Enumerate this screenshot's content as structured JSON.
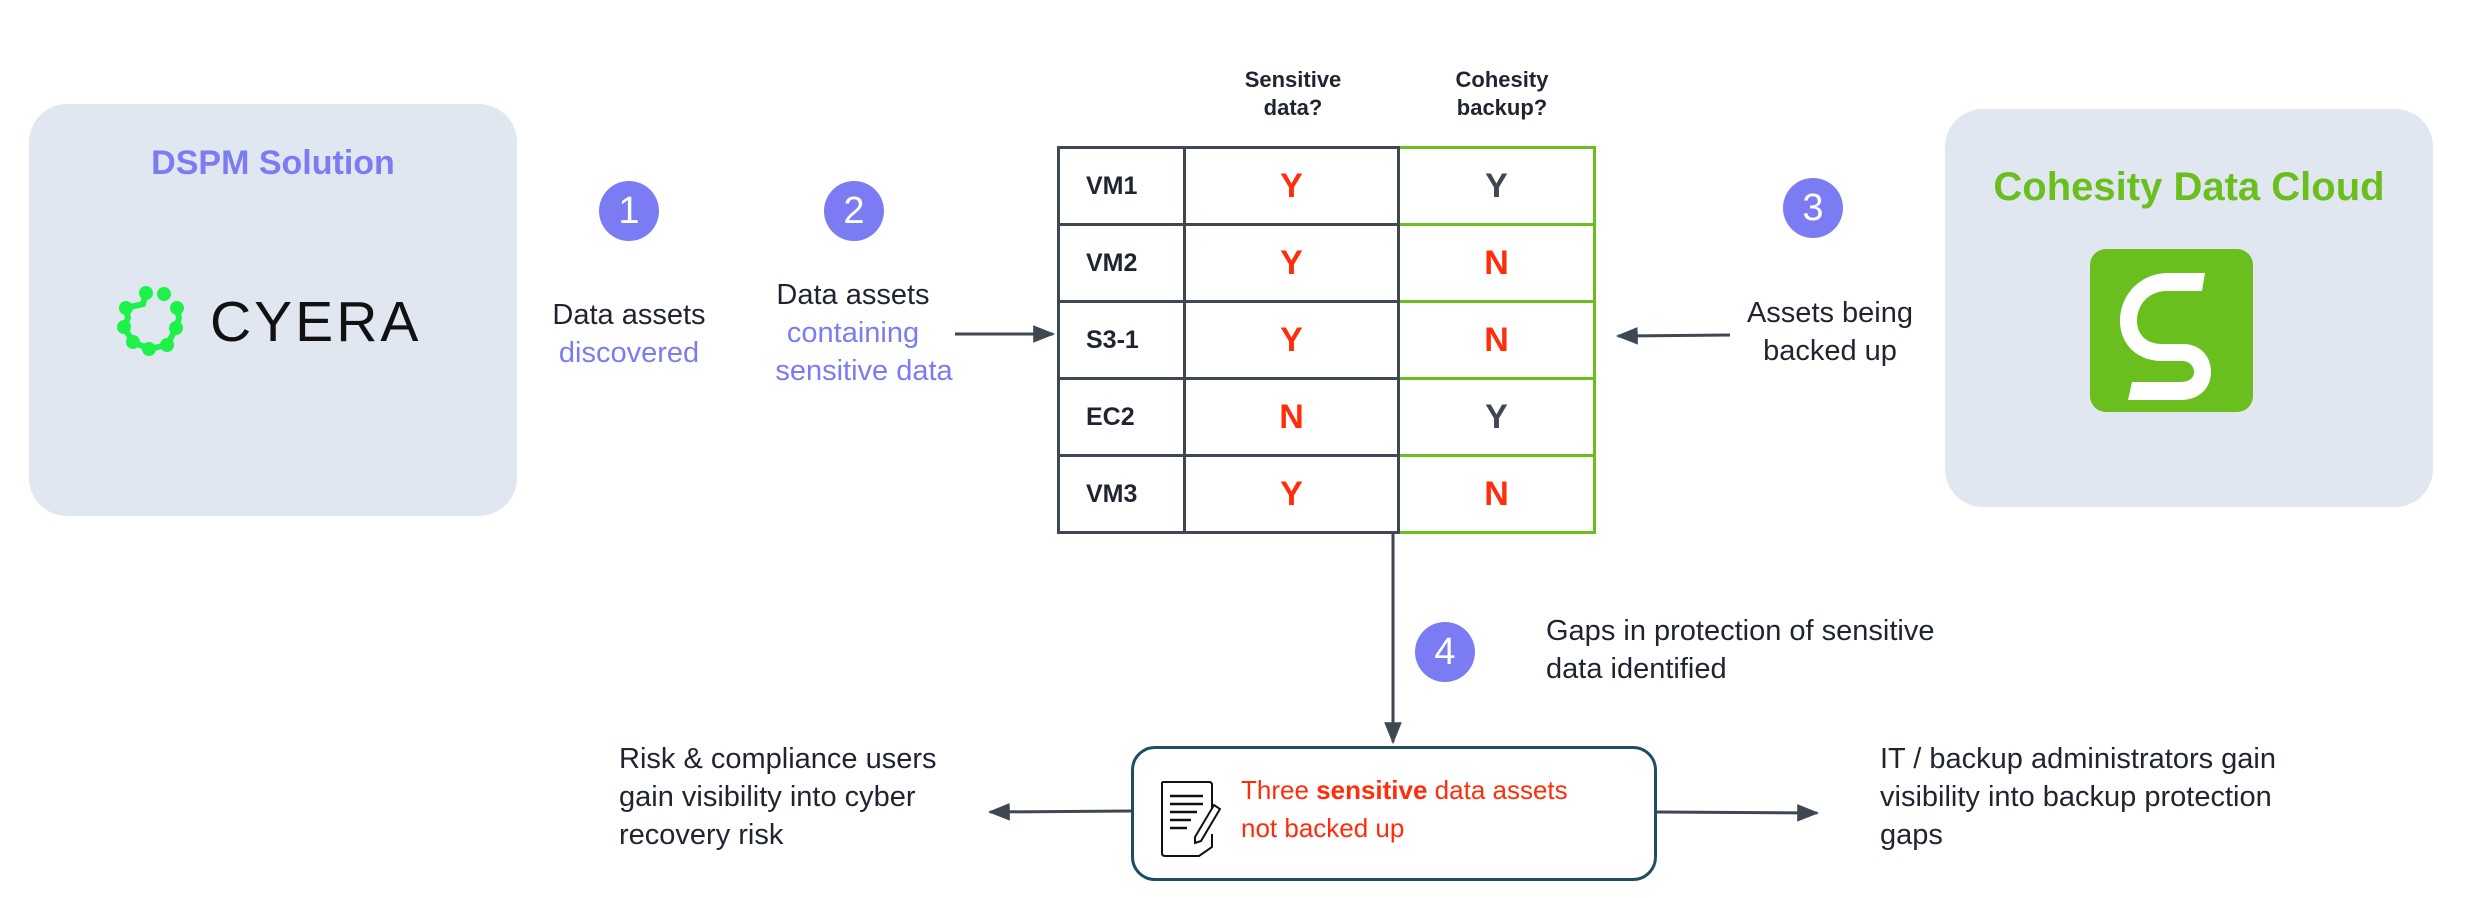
{
  "colors": {
    "accent_purple": "#7b7cf3",
    "cohesity_green": "#6abf1e",
    "alert_red": "#ff2d0a",
    "dark_slate": "#3f4752",
    "panel_bg": "#e1e7f0",
    "cyera_green": "#1ef24a"
  },
  "left_panel": {
    "title": "DSPM Solution",
    "logo_icon": "cyera-ring-icon",
    "logo_text": "CYERA"
  },
  "right_panel": {
    "title": "Cohesity Data Cloud",
    "logo_icon": "cohesity-s-icon"
  },
  "steps": [
    {
      "number": "1",
      "line1": "Data assets",
      "line2": "discovered"
    },
    {
      "number": "2",
      "line1": "Data assets",
      "line2": "containing",
      "line3": "sensitive data"
    },
    {
      "number": "3",
      "line1": "Assets being",
      "line2": "backed up"
    },
    {
      "number": "4",
      "line1": "Gaps in protection of sensitive",
      "line2": "data identified"
    }
  ],
  "table": {
    "headers": {
      "sensitive": [
        "Sensitive",
        "data?"
      ],
      "backup": [
        "Cohesity",
        "backup?"
      ]
    },
    "rows": [
      {
        "asset": "VM1",
        "sensitive": "Y",
        "backup": "Y"
      },
      {
        "asset": "VM2",
        "sensitive": "Y",
        "backup": "N"
      },
      {
        "asset": "S3-1",
        "sensitive": "Y",
        "backup": "N"
      },
      {
        "asset": "EC2",
        "sensitive": "N",
        "backup": "Y"
      },
      {
        "asset": "VM3",
        "sensitive": "Y",
        "backup": "N"
      }
    ]
  },
  "result": {
    "icon": "document-edit-icon",
    "prefix": "Three ",
    "bold": "sensitive",
    "suffix": " data assets",
    "line2": "not backed up"
  },
  "outcomes": {
    "left": [
      "Risk & compliance users",
      "gain visibility into cyber",
      "recovery risk"
    ],
    "right": [
      "IT / backup administrators gain",
      "visibility into backup protection",
      "gaps"
    ]
  }
}
